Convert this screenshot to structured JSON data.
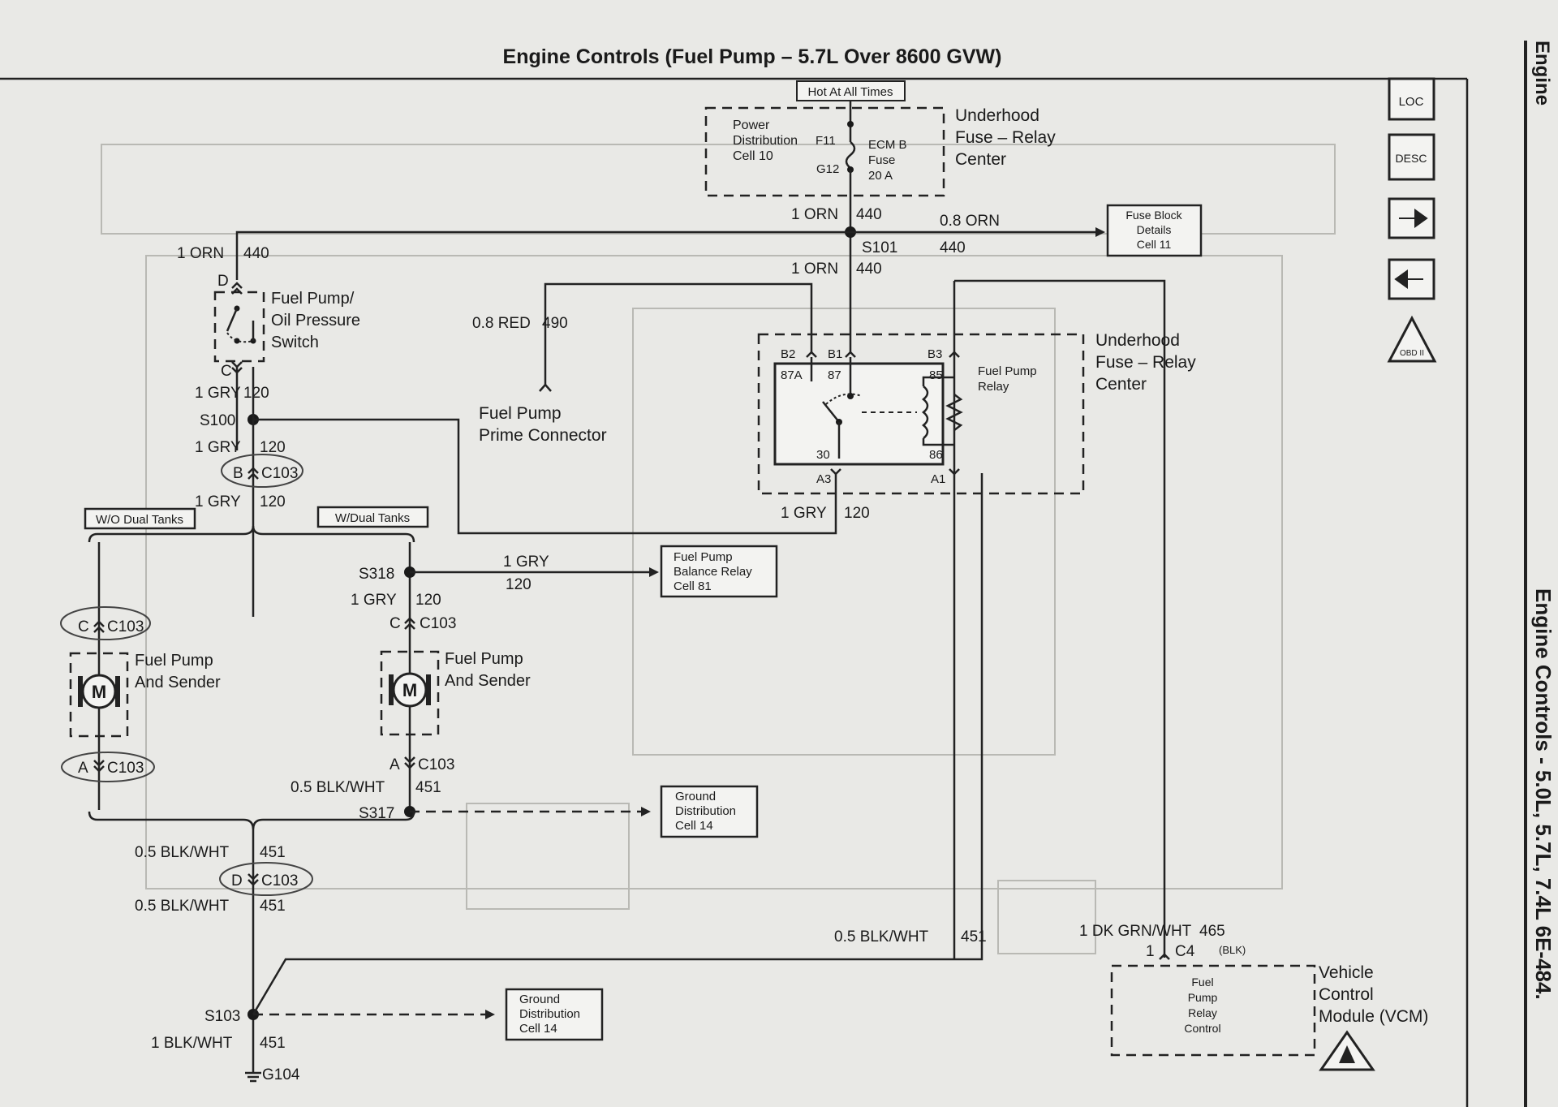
{
  "title": "Engine Controls (Fuel Pump – 5.7L Over 8600 GVW)",
  "side_tab_top": "Engine",
  "side_tab_bottom": "Engine Controls - 5.0L, 5.7L, 7.4L   6E-484.",
  "hot": "Hot At All Times",
  "pdc": {
    "line1": "Power",
    "line2": "Distribution",
    "line3": "Cell 10"
  },
  "fuse": {
    "f11": "F11",
    "g12": "G12",
    "l1": "ECM B",
    "l2": "Fuse",
    "l3": "20 A"
  },
  "ufrc": {
    "l1": "Underhood",
    "l2": "Fuse – Relay",
    "l3": "Center"
  },
  "fbd": {
    "l1": "Fuse Block",
    "l2": "Details",
    "l3": "Cell 11"
  },
  "wires": {
    "orn_top": "1 ORN",
    "orn_top_n": "440",
    "orn08": "0.8 ORN",
    "orn08_n": "440",
    "s101": "S101",
    "orn_mid": "1 ORN",
    "orn_mid_n": "440",
    "orn_left": "1 ORN",
    "orn_left_n": "440",
    "red": "0.8 RED",
    "red_n": "490",
    "gry1": "1 GRY",
    "gry1_n": "120",
    "s100": "S100",
    "gry2": "1 GRY",
    "gry2_n": "120",
    "gry3": "1 GRY",
    "gry3_n": "120",
    "gry_relay": "1 GRY",
    "gry_relay_n": "120",
    "gry_bal": "1 GRY",
    "gry_bal_n": "120",
    "s318": "S318",
    "gry_s318": "1 GRY",
    "gry_s318_n": "120",
    "blk1": "0.5 BLK/WHT",
    "blk1_n": "451",
    "s317": "S317",
    "blk2": "0.5 BLK/WHT",
    "blk2_n": "451",
    "blk3": "0.5 BLK/WHT",
    "blk3_n": "451",
    "blk_mid": "0.5 BLK/WHT",
    "blk_mid_n": "451",
    "s103": "S103",
    "blk4": "1 BLK/WHT",
    "blk4_n": "451",
    "g104": "G104",
    "dkgrn": "1 DK GRN/WHT",
    "dkgrn_n": "465"
  },
  "switch": {
    "pin_d": "D",
    "pin_c": "C",
    "l1": "Fuel Pump/",
    "l2": "Oil Pressure",
    "l3": "Switch"
  },
  "prime": {
    "l1": "Fuel Pump",
    "l2": "Prime Connector"
  },
  "conn": {
    "b_c103": "B",
    "c103a": "C103",
    "c_c103": "C",
    "c103b": "C103",
    "a_c103": "A",
    "c103c": "C103",
    "c_c103r": "C",
    "c103d": "C103",
    "a_c103r": "A",
    "c103e": "C103",
    "d_c103": "D",
    "c103f": "C103"
  },
  "tank": {
    "wo": "W/O Dual Tanks",
    "w": "W/Dual Tanks"
  },
  "pump": {
    "m": "M",
    "l1": "Fuel Pump",
    "l2": "And Sender",
    "l1b": "Fuel Pump",
    "l2b": "And Sender"
  },
  "relay": {
    "b2": "B2",
    "b1": "B1",
    "b3": "B3",
    "p87a": "87A",
    "p87": "87",
    "p85": "85",
    "p30": "30",
    "p86": "86",
    "a3": "A3",
    "a1": "A1",
    "l1": "Fuel Pump",
    "l2": "Relay"
  },
  "ufrc2": {
    "l1": "Underhood",
    "l2": "Fuse – Relay",
    "l3": "Center"
  },
  "balance": {
    "l1": "Fuel Pump",
    "l2": "Balance Relay",
    "l3": "Cell 81"
  },
  "gnd1": {
    "l1": "Ground",
    "l2": "Distribution",
    "l3": "Cell 14"
  },
  "gnd2": {
    "l1": "Ground",
    "l2": "Distribution",
    "l3": "Cell 14"
  },
  "vcm": {
    "pin": "1",
    "c4": "C4",
    "blk": "(BLK)",
    "c1": "Fuel",
    "c2": "Pump",
    "c3": "Relay",
    "c4t": "Control",
    "n1": "Vehicle",
    "n2": "Control",
    "n3": "Module (VCM)"
  },
  "nav": {
    "loc": "LOC",
    "desc": "DESC",
    "obd": "OBD II"
  }
}
